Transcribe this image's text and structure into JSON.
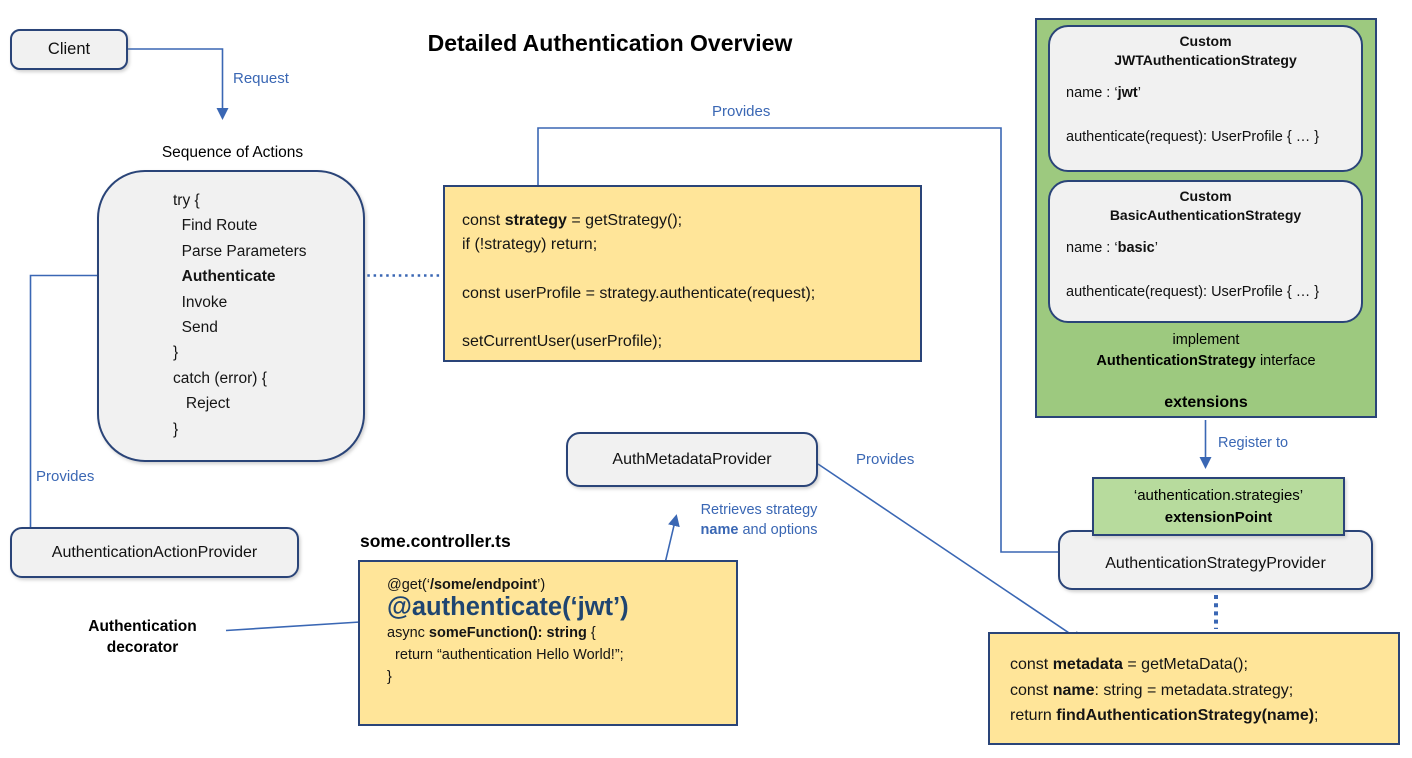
{
  "colors": {
    "accent_blue": "#3A67B4",
    "navy_border": "#2A4478",
    "yellow_fill": "#FFE599",
    "green_fill": "#9DC97F",
    "green_light_fill": "#B7DB9D",
    "gray_fill": "#F1F1F1",
    "decorator_text": "#1F4571"
  },
  "title": "Detailed Authentication Overview",
  "client": {
    "label": "Client"
  },
  "arrow_labels": {
    "request": "Request",
    "provides_top": "Provides",
    "provides_left": "Provides",
    "provides_mid": "Provides",
    "register_to": "Register to"
  },
  "sequence": {
    "title": "Sequence of Actions",
    "lines": [
      [
        {
          "t": "try {"
        }
      ],
      [
        {
          "t": "  Find Route"
        }
      ],
      [
        {
          "t": "  Parse Parameters"
        }
      ],
      [
        {
          "t": "  "
        },
        {
          "t": "Authenticate",
          "b": 1
        }
      ],
      [
        {
          "t": "  Invoke"
        }
      ],
      [
        {
          "t": "  Send"
        }
      ],
      [
        {
          "t": "}"
        }
      ],
      [
        {
          "t": "catch (error) {"
        }
      ],
      [
        {
          "t": "   Reject"
        }
      ],
      [
        {
          "t": "}"
        }
      ]
    ]
  },
  "action_code": {
    "lines": [
      [
        {
          "t": "const "
        },
        {
          "t": "strategy",
          "b": 1
        },
        {
          "t": " = getStrategy();"
        }
      ],
      [
        {
          "t": "if (!strategy) return;"
        }
      ],
      [
        {
          "t": " "
        }
      ],
      [
        {
          "t": "const userProfile = strategy.authenticate(request);"
        }
      ],
      [
        {
          "t": " "
        }
      ],
      [
        {
          "t": "setCurrentUser(userProfile);"
        }
      ]
    ]
  },
  "providers": {
    "action": "AuthenticationActionProvider",
    "metadata": "AuthMetadataProvider",
    "strategy": "AuthenticationStrategyProvider"
  },
  "retrieves_label": {
    "lines": [
      [
        {
          "t": "Retrieves strategy"
        }
      ],
      [
        {
          "t": "name",
          "b": 1
        },
        {
          "t": " and options"
        }
      ]
    ]
  },
  "decorator_label": {
    "lines": [
      [
        {
          "t": "Authentication",
          "b": 1
        }
      ],
      [
        {
          "t": "decorator",
          "b": 1
        }
      ]
    ]
  },
  "controller": {
    "filename": "some.controller.ts",
    "lines": [
      [
        {
          "t": "@get(‘"
        },
        {
          "t": "/some/endpoint",
          "b": 1
        },
        {
          "t": "’)"
        }
      ],
      [
        {
          "t": "@authenticate(‘jwt’)",
          "big": 1
        }
      ],
      [
        {
          "t": "async "
        },
        {
          "t": "someFunction(): string",
          "b": 1
        },
        {
          "t": " {"
        }
      ],
      [
        {
          "t": "  return “authentication Hello World!”;"
        }
      ],
      [
        {
          "t": "}"
        }
      ]
    ]
  },
  "extensions_panel": {
    "jwt": {
      "title_lines": [
        "Custom",
        "JWTAuthenticationStrategy"
      ],
      "name_line": [
        [
          {
            "t": "name : ‘"
          },
          {
            "t": "jwt",
            "b": 1
          },
          {
            "t": "’"
          }
        ]
      ],
      "method": "authenticate(request): UserProfile { … }"
    },
    "basic": {
      "title_lines": [
        "Custom",
        "BasicAuthenticationStrategy"
      ],
      "name_line": [
        [
          {
            "t": "name : ‘"
          },
          {
            "t": "basic",
            "b": 1
          },
          {
            "t": "’"
          }
        ]
      ],
      "method": "authenticate(request): UserProfile { … }"
    },
    "implement_label": [
      [
        {
          "t": "implement"
        }
      ],
      [
        {
          "t": "AuthenticationStrategy",
          "b": 1
        },
        {
          "t": " interface"
        }
      ]
    ],
    "footer": "extensions"
  },
  "extension_point": {
    "line1": "‘authentication.strategies’",
    "line2": "extensionPoint"
  },
  "strategy_code": {
    "lines": [
      [
        {
          "t": "const "
        },
        {
          "t": "metadata",
          "b": 1
        },
        {
          "t": " = getMetaData();"
        }
      ],
      [
        {
          "t": "const "
        },
        {
          "t": "name",
          "b": 1
        },
        {
          "t": ": string = metadata.strategy;"
        }
      ],
      [
        {
          "t": "return "
        },
        {
          "t": "findAuthenticationStrategy(name)",
          "b": 1
        },
        {
          "t": ";"
        }
      ]
    ]
  }
}
